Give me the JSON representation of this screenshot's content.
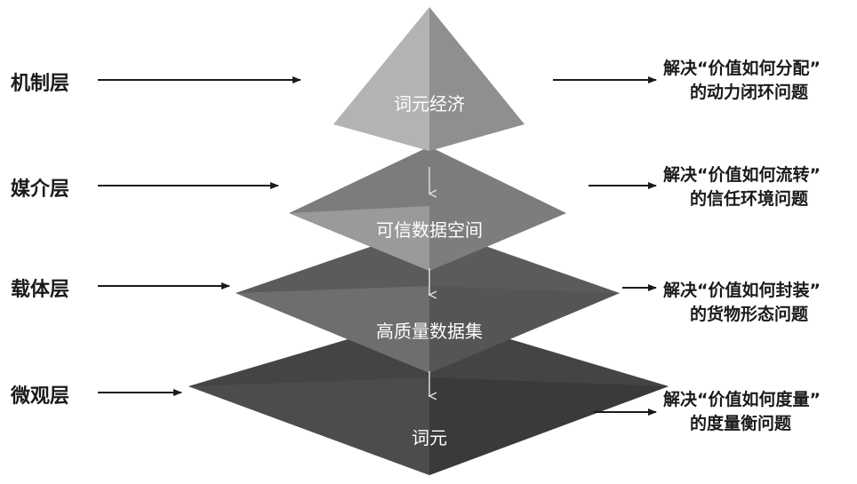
{
  "layers": [
    {
      "left_label": "机制层",
      "center_label": "词元经济",
      "right_line1": "解决“价值如何分配”",
      "right_line2": "的动力闭环问题"
    },
    {
      "left_label": "媒介层",
      "center_label": "可信数据空间",
      "right_line1": "解决“价值如何流转”",
      "right_line2": "的信任环境问题"
    },
    {
      "left_label": "载体层",
      "center_label": "高质量数据集",
      "right_line1": "解决“价值如何封装”",
      "right_line2": "的货物形态问题"
    },
    {
      "left_label": "微观层",
      "center_label": "词元",
      "right_line1": "解决“价值如何度量”",
      "right_line2": "的度量衡问题"
    }
  ],
  "colors": {
    "apex_left": "#b3b3b3",
    "apex_right": "#8f8f8f",
    "tier2_top": "#7b7b7b",
    "tier2_left": "#9a9a9a",
    "tier2_right": "#7d7d7d",
    "tier3_top": "#595959",
    "tier3_left": "#6e6e6e",
    "tier3_right": "#555555",
    "tier4_top": "#3f3f3f",
    "tier4_left": "#4c4c4c",
    "tier4_right": "#3a3a3a",
    "arrow": "#1a1a1a"
  }
}
